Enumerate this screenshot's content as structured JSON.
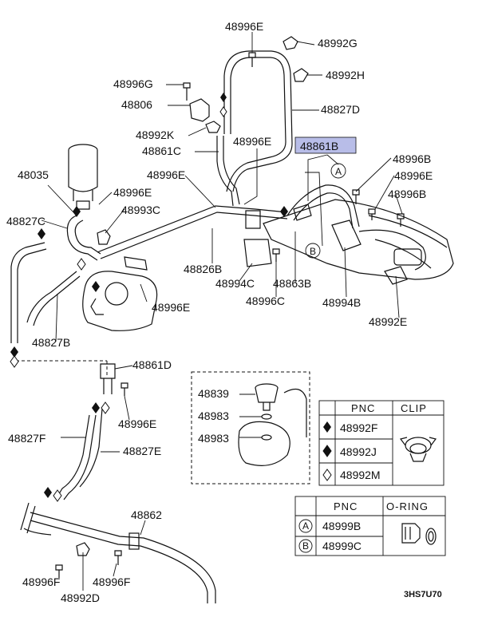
{
  "labels": {
    "48996E_top": "48996E",
    "48992G": "48992G",
    "48992H": "48992H",
    "48996G": "48996G",
    "48806": "48806",
    "48827D": "48827D",
    "48992K": "48992K",
    "48861C": "48861C",
    "48996E_mid": "48996E",
    "48861B": "48861B",
    "48996B_a": "48996B",
    "48996E_right": "48996E",
    "48996B_b": "48996B",
    "48035": "48035",
    "48996E_left": "48996E",
    "48996E_center": "48996E",
    "48993C": "48993C",
    "48827C": "48827C",
    "48826B": "48826B",
    "48994C": "48994C",
    "48863B": "48863B",
    "48996C": "48996C",
    "48994B": "48994B",
    "48996E_pump": "48996E",
    "48992E": "48992E",
    "48827B": "48827B",
    "48861D": "48861D",
    "48996E_lower": "48996E",
    "48839": "48839",
    "48983_a": "48983",
    "48983_b": "48983",
    "48827F": "48827F",
    "48827E": "48827E",
    "48862": "48862",
    "48996F_a": "48996F",
    "48996F_b": "48996F",
    "48992D": "48992D",
    "callout_A": "A",
    "callout_B": "B"
  },
  "clip_table": {
    "headers": [
      "PNC",
      "CLIP"
    ],
    "rows": [
      "48992F",
      "48992J",
      "48992M"
    ]
  },
  "oring_table": {
    "headers": [
      "PNC",
      "O-RING"
    ],
    "rows": [
      {
        "key": "A",
        "pnc": "48999B"
      },
      {
        "key": "B",
        "pnc": "48999C"
      }
    ]
  },
  "diagram_code": "3HS7U70",
  "highlight_color": "#b8bde8"
}
